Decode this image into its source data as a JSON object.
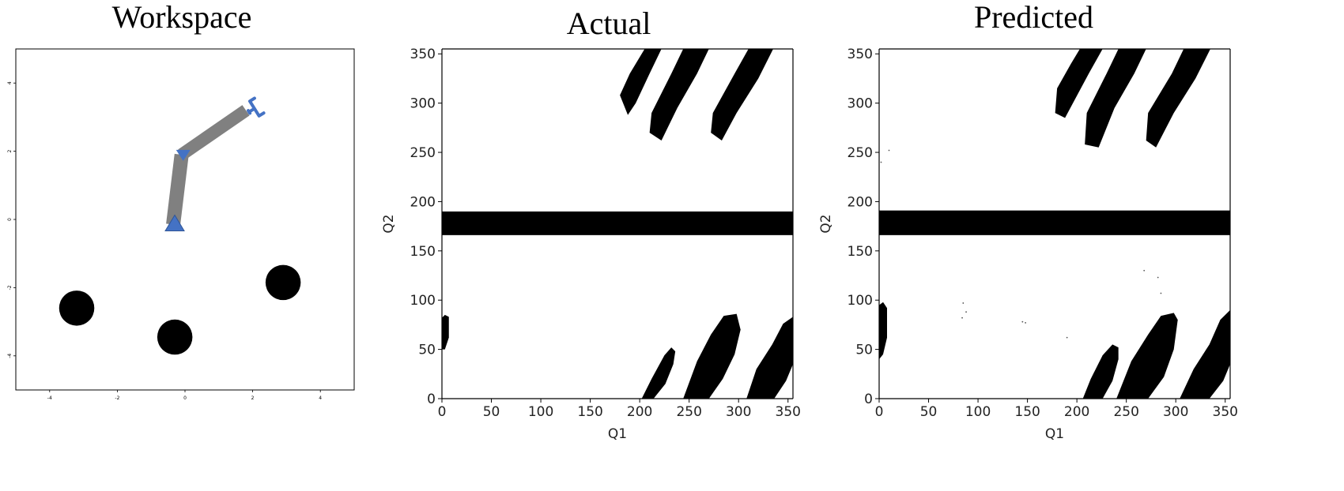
{
  "figure": {
    "titles": {
      "workspace": "Workspace",
      "actual": "Actual",
      "predicted": "Predicted"
    }
  },
  "workspace": {
    "x_ticks": [
      "-4",
      "-2",
      "0",
      "2",
      "4"
    ],
    "y_ticks": [
      "4",
      "2",
      "0",
      "-2",
      "-4"
    ],
    "xlim": [
      -5,
      5
    ],
    "ylim": [
      -5,
      5
    ],
    "arm_color": "#808080",
    "joint_color": "#4472c4",
    "obstacle_color": "#000000",
    "base": {
      "x": -0.35,
      "y": -0.15
    },
    "elbow": {
      "x": -0.1,
      "y": 1.9
    },
    "end_effector": {
      "x": 1.8,
      "y": 3.2
    },
    "obstacles": [
      {
        "name": "obstacle-left",
        "x": -3.2,
        "y": -2.6,
        "r": 0.52
      },
      {
        "name": "obstacle-middle",
        "x": -0.3,
        "y": -3.45,
        "r": 0.52
      },
      {
        "name": "obstacle-right",
        "x": 2.9,
        "y": -1.85,
        "r": 0.52
      }
    ]
  },
  "chart_data": [
    {
      "type": "heatmap",
      "title": "Actual",
      "xlabel": "Q1",
      "ylabel": "Q2",
      "xlim": [
        0,
        355
      ],
      "ylim": [
        0,
        355
      ],
      "x_ticks": [
        0,
        50,
        100,
        150,
        200,
        250,
        300,
        350
      ],
      "y_ticks": [
        0,
        50,
        100,
        150,
        200,
        250,
        300,
        350
      ],
      "collision_band_q2": [
        166,
        190
      ],
      "collision_regions": [
        {
          "name": "upper-left-stripe",
          "points": [
            [
              180,
              308
            ],
            [
              190,
              330
            ],
            [
              205,
              355
            ],
            [
              222,
              355
            ],
            [
              210,
              330
            ],
            [
              196,
              300
            ],
            [
              188,
              288
            ]
          ]
        },
        {
          "name": "upper-middle-stripe",
          "points": [
            [
              210,
              270
            ],
            [
              212,
              290
            ],
            [
              232,
              330
            ],
            [
              244,
              355
            ],
            [
              270,
              355
            ],
            [
              258,
              330
            ],
            [
              238,
              295
            ],
            [
              222,
              262
            ]
          ]
        },
        {
          "name": "upper-right-stripe",
          "points": [
            [
              272,
              270
            ],
            [
              274,
              290
            ],
            [
              296,
              330
            ],
            [
              310,
              355
            ],
            [
              335,
              355
            ],
            [
              320,
              325
            ],
            [
              298,
              290
            ],
            [
              283,
              262
            ]
          ]
        },
        {
          "name": "left-edge-blob",
          "points": [
            [
              0,
              50
            ],
            [
              0,
              82
            ],
            [
              3,
              85
            ],
            [
              7,
              83
            ],
            [
              7,
              62
            ],
            [
              3,
              50
            ]
          ]
        },
        {
          "name": "lower-left-stripe",
          "points": [
            [
              202,
              0
            ],
            [
              214,
              0
            ],
            [
              226,
              15
            ],
            [
              234,
              35
            ],
            [
              236,
              48
            ],
            [
              232,
              52
            ],
            [
              225,
              44
            ],
            [
              212,
              20
            ]
          ]
        },
        {
          "name": "lower-middle-stripe",
          "points": [
            [
              244,
              0
            ],
            [
              270,
              0
            ],
            [
              284,
              20
            ],
            [
              296,
              45
            ],
            [
              302,
              70
            ],
            [
              298,
              86
            ],
            [
              285,
              84
            ],
            [
              272,
              65
            ],
            [
              258,
              38
            ]
          ]
        },
        {
          "name": "lower-right-stripe",
          "points": [
            [
              308,
              0
            ],
            [
              336,
              0
            ],
            [
              348,
              18
            ],
            [
              355,
              35
            ],
            [
              355,
              83
            ],
            [
              345,
              76
            ],
            [
              334,
              55
            ],
            [
              318,
              30
            ]
          ]
        }
      ]
    },
    {
      "type": "heatmap",
      "title": "Predicted",
      "xlabel": "Q1",
      "ylabel": "Q2",
      "xlim": [
        0,
        355
      ],
      "ylim": [
        0,
        355
      ],
      "x_ticks": [
        0,
        50,
        100,
        150,
        200,
        250,
        300,
        350
      ],
      "y_ticks": [
        0,
        50,
        100,
        150,
        200,
        250,
        300,
        350
      ],
      "collision_band_q2": [
        166,
        191
      ],
      "collision_regions": [
        {
          "name": "upper-left-stripe",
          "points": [
            [
              178,
              290
            ],
            [
              180,
              315
            ],
            [
              194,
              340
            ],
            [
              203,
              355
            ],
            [
              226,
              355
            ],
            [
              212,
              330
            ],
            [
              196,
              300
            ],
            [
              188,
              285
            ]
          ]
        },
        {
          "name": "upper-middle-stripe",
          "points": [
            [
              208,
              258
            ],
            [
              210,
              290
            ],
            [
              230,
              330
            ],
            [
              242,
              355
            ],
            [
              270,
              355
            ],
            [
              258,
              330
            ],
            [
              238,
              295
            ],
            [
              222,
              255
            ]
          ]
        },
        {
          "name": "upper-right-stripe",
          "points": [
            [
              270,
              262
            ],
            [
              272,
              290
            ],
            [
              296,
              330
            ],
            [
              308,
              355
            ],
            [
              335,
              355
            ],
            [
              320,
              325
            ],
            [
              298,
              290
            ],
            [
              280,
              255
            ]
          ]
        },
        {
          "name": "left-edge-blob",
          "points": [
            [
              0,
              40
            ],
            [
              0,
              95
            ],
            [
              4,
              98
            ],
            [
              8,
              92
            ],
            [
              8,
              62
            ],
            [
              4,
              45
            ]
          ]
        },
        {
          "name": "lower-left-stripe",
          "points": [
            [
              206,
              0
            ],
            [
              226,
              0
            ],
            [
              236,
              18
            ],
            [
              242,
              40
            ],
            [
              242,
              52
            ],
            [
              236,
              55
            ],
            [
              226,
              44
            ],
            [
              214,
              20
            ]
          ]
        },
        {
          "name": "lower-middle-stripe",
          "points": [
            [
              240,
              0
            ],
            [
              272,
              0
            ],
            [
              288,
              22
            ],
            [
              298,
              50
            ],
            [
              302,
              80
            ],
            [
              298,
              87
            ],
            [
              285,
              84
            ],
            [
              272,
              65
            ],
            [
              255,
              38
            ]
          ]
        },
        {
          "name": "lower-right-stripe",
          "points": [
            [
              304,
              0
            ],
            [
              334,
              0
            ],
            [
              348,
              18
            ],
            [
              355,
              35
            ],
            [
              355,
              90
            ],
            [
              345,
              80
            ],
            [
              334,
              55
            ],
            [
              318,
              30
            ]
          ]
        }
      ]
    }
  ]
}
